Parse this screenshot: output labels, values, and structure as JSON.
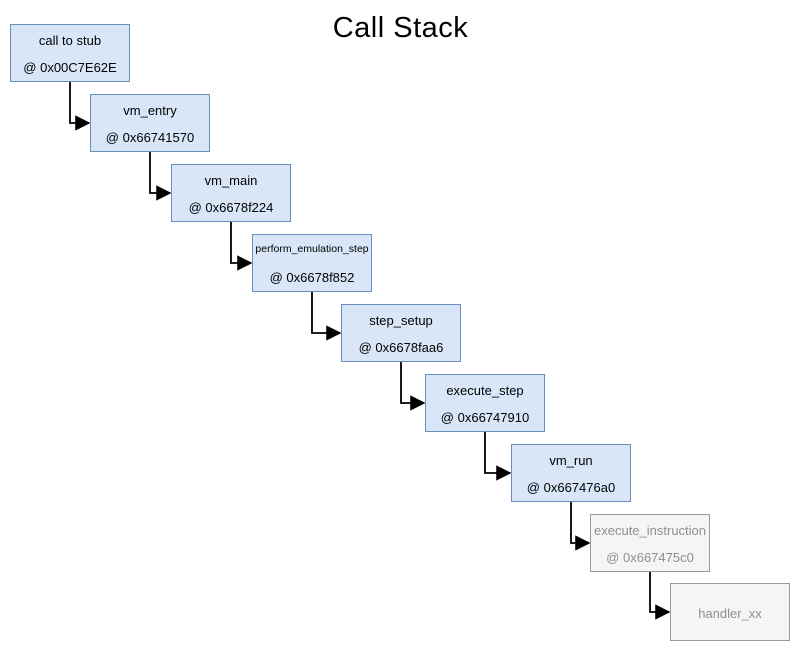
{
  "title": "Call Stack",
  "colors": {
    "bg": "#ffffff",
    "frame_fill": "#d8e6f8",
    "frame_border": "#6c8ebf",
    "frame_text": "#000000",
    "muted_fill": "#f5f5f5",
    "muted_border": "#9a9a9a",
    "muted_text": "#8f8f8f",
    "arrow": "#000000"
  },
  "frames": [
    {
      "name": "call to stub",
      "address": "@ 0x00C7E62E",
      "style": "blue"
    },
    {
      "name": "vm_entry",
      "address": "@ 0x66741570",
      "style": "blue"
    },
    {
      "name": "vm_main",
      "address": "@ 0x6678f224",
      "style": "blue"
    },
    {
      "name": "perform_emulation_step",
      "address": "@ 0x6678f852",
      "style": "blue"
    },
    {
      "name": "step_setup",
      "address": "@ 0x6678faa6",
      "style": "blue"
    },
    {
      "name": "execute_step",
      "address": "@ 0x66747910",
      "style": "blue"
    },
    {
      "name": "vm_run",
      "address": "@ 0x667476a0",
      "style": "blue"
    },
    {
      "name": "execute_instruction",
      "address": "@ 0x667475c0",
      "style": "gray"
    },
    {
      "name": "handler_xx",
      "address": "",
      "style": "gray"
    }
  ]
}
